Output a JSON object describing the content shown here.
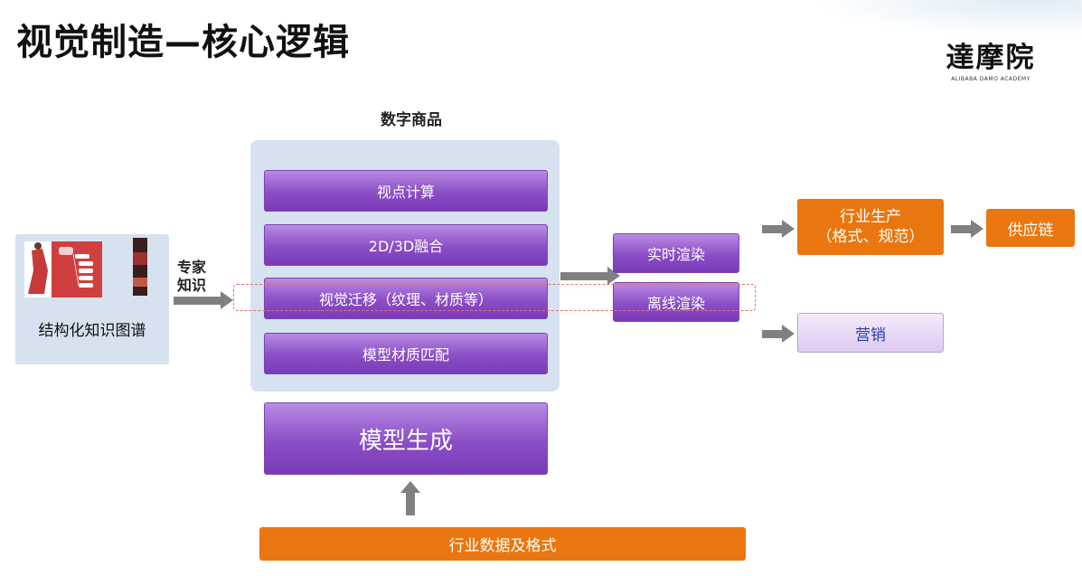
{
  "title": "视觉制造—核心逻辑",
  "logo": {
    "main": "達摩院",
    "sub": "ALIBABA DAMO ACADEMY"
  },
  "knowledge_graph": {
    "caption": "结构化知识图谱"
  },
  "expert": {
    "line1": "专家",
    "line2": "知识"
  },
  "digital_goods": {
    "label": "数字商品",
    "items": [
      "视点计算",
      "2D/3D融合",
      "视觉迁移（纹理、材质等）",
      "模型材质匹配"
    ]
  },
  "model_gen": "模型生成",
  "industry_data": "行业数据及格式",
  "render": {
    "realtime": "实时渲染",
    "offline": "离线渲染"
  },
  "industry_prod": {
    "line1": "行业生产",
    "line2": "（格式、规范）"
  },
  "supply_chain": "供应链",
  "marketing": "营销",
  "colors": {
    "purple": "#8a4ec6",
    "orange": "#ea760f",
    "blue_panel": "#d6e2f0",
    "marketing_text": "#2a3fa8",
    "dashed": "#e07070"
  }
}
